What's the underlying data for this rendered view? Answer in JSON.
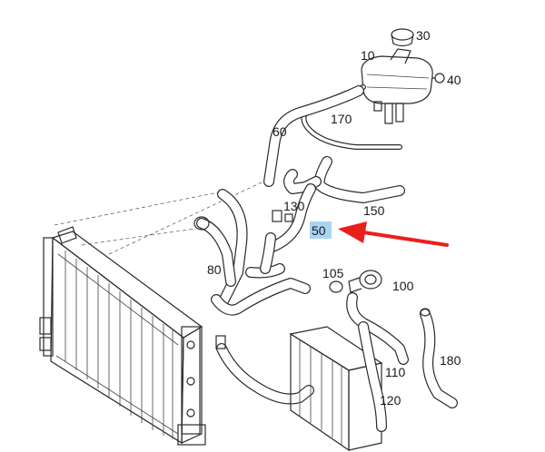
{
  "diagram": {
    "highlight_color": "#a9d4f2",
    "arrow_color": "#e8201c",
    "parts": [
      {
        "id": "30",
        "label": "30"
      },
      {
        "id": "10",
        "label": "10"
      },
      {
        "id": "40",
        "label": "40"
      },
      {
        "id": "170",
        "label": "170"
      },
      {
        "id": "60",
        "label": "60"
      },
      {
        "id": "130",
        "label": "130"
      },
      {
        "id": "150",
        "label": "150"
      },
      {
        "id": "50",
        "label": "50",
        "highlighted": true
      },
      {
        "id": "80",
        "label": "80"
      },
      {
        "id": "105",
        "label": "105"
      },
      {
        "id": "100",
        "label": "100"
      },
      {
        "id": "180",
        "label": "180"
      },
      {
        "id": "110",
        "label": "110"
      },
      {
        "id": "120",
        "label": "120"
      }
    ]
  }
}
